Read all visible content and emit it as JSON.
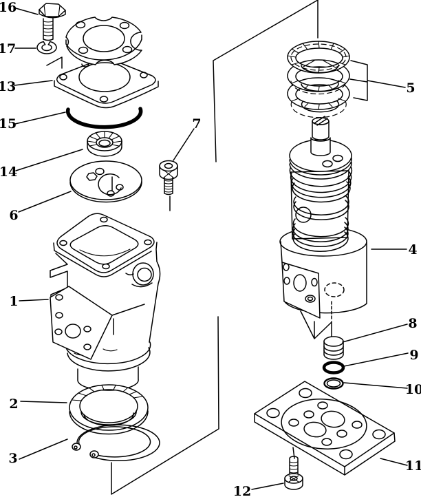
{
  "diagram": {
    "background_color": "#ffffff",
    "line_color": "#000000",
    "callouts": {
      "p1": "1",
      "p2": "2",
      "p3": "3",
      "p4": "4",
      "p5": "5",
      "p6": "6",
      "p7": "7",
      "p8": "8",
      "p9": "9",
      "p10": "10",
      "p11": "11",
      "p12": "12",
      "p13": "13",
      "p14": "14",
      "p15": "15",
      "p16": "16",
      "p17": "17"
    }
  }
}
